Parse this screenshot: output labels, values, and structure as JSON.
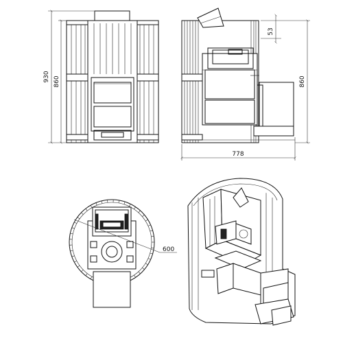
{
  "dimensions": {
    "total_height": "930",
    "body_height": "860",
    "top_offset": "53",
    "side_height": "860",
    "depth": "778",
    "diameter": "600"
  }
}
